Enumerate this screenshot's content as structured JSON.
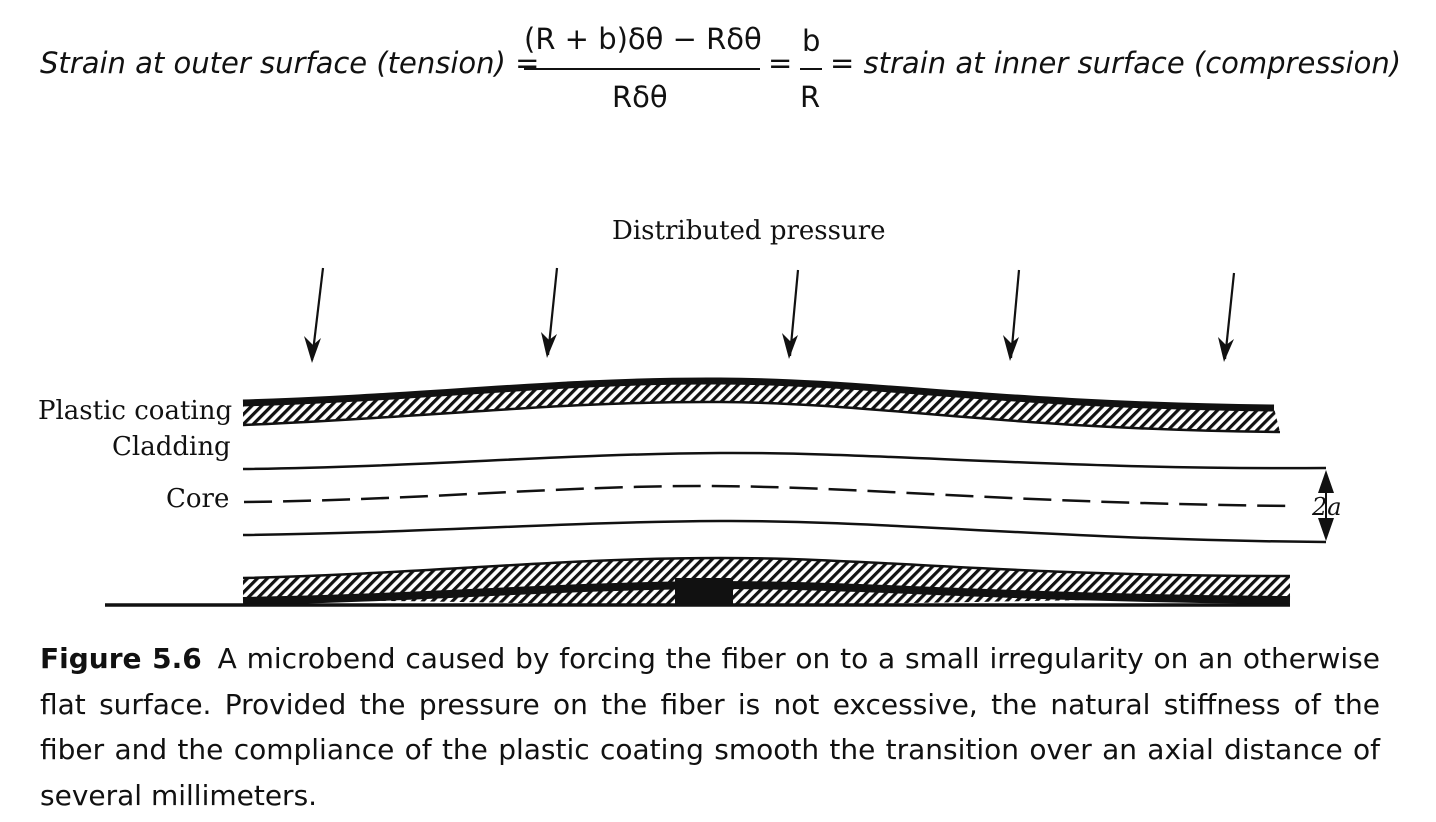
{
  "equation": {
    "lhs": "Strain at outer surface (tension) =",
    "numerator": "(R + b)δθ − Rδθ",
    "denominator": "Rδθ",
    "eq2": "=",
    "b_num": "b",
    "r_den": "R",
    "rhs": "= strain at inner surface (compression)"
  },
  "figure": {
    "title": "Distributed pressure",
    "labels": {
      "plastic_coating": "Plastic coating",
      "cladding": "Cladding",
      "core": "Core",
      "core_diameter": "2a"
    },
    "arrow_count": 5
  },
  "caption": {
    "label": "Figure 5.6",
    "text": "A microbend caused by forcing the fiber on to a small irregularity on an otherwise flat surface. Provided the pressure on the fiber is not excessive, the natural stiffness of the fiber and the compliance of the plastic coating smooth the transition over an axial distance of several millimeters."
  },
  "colors": {
    "ink": "#111111",
    "paper": "#ffffff"
  }
}
